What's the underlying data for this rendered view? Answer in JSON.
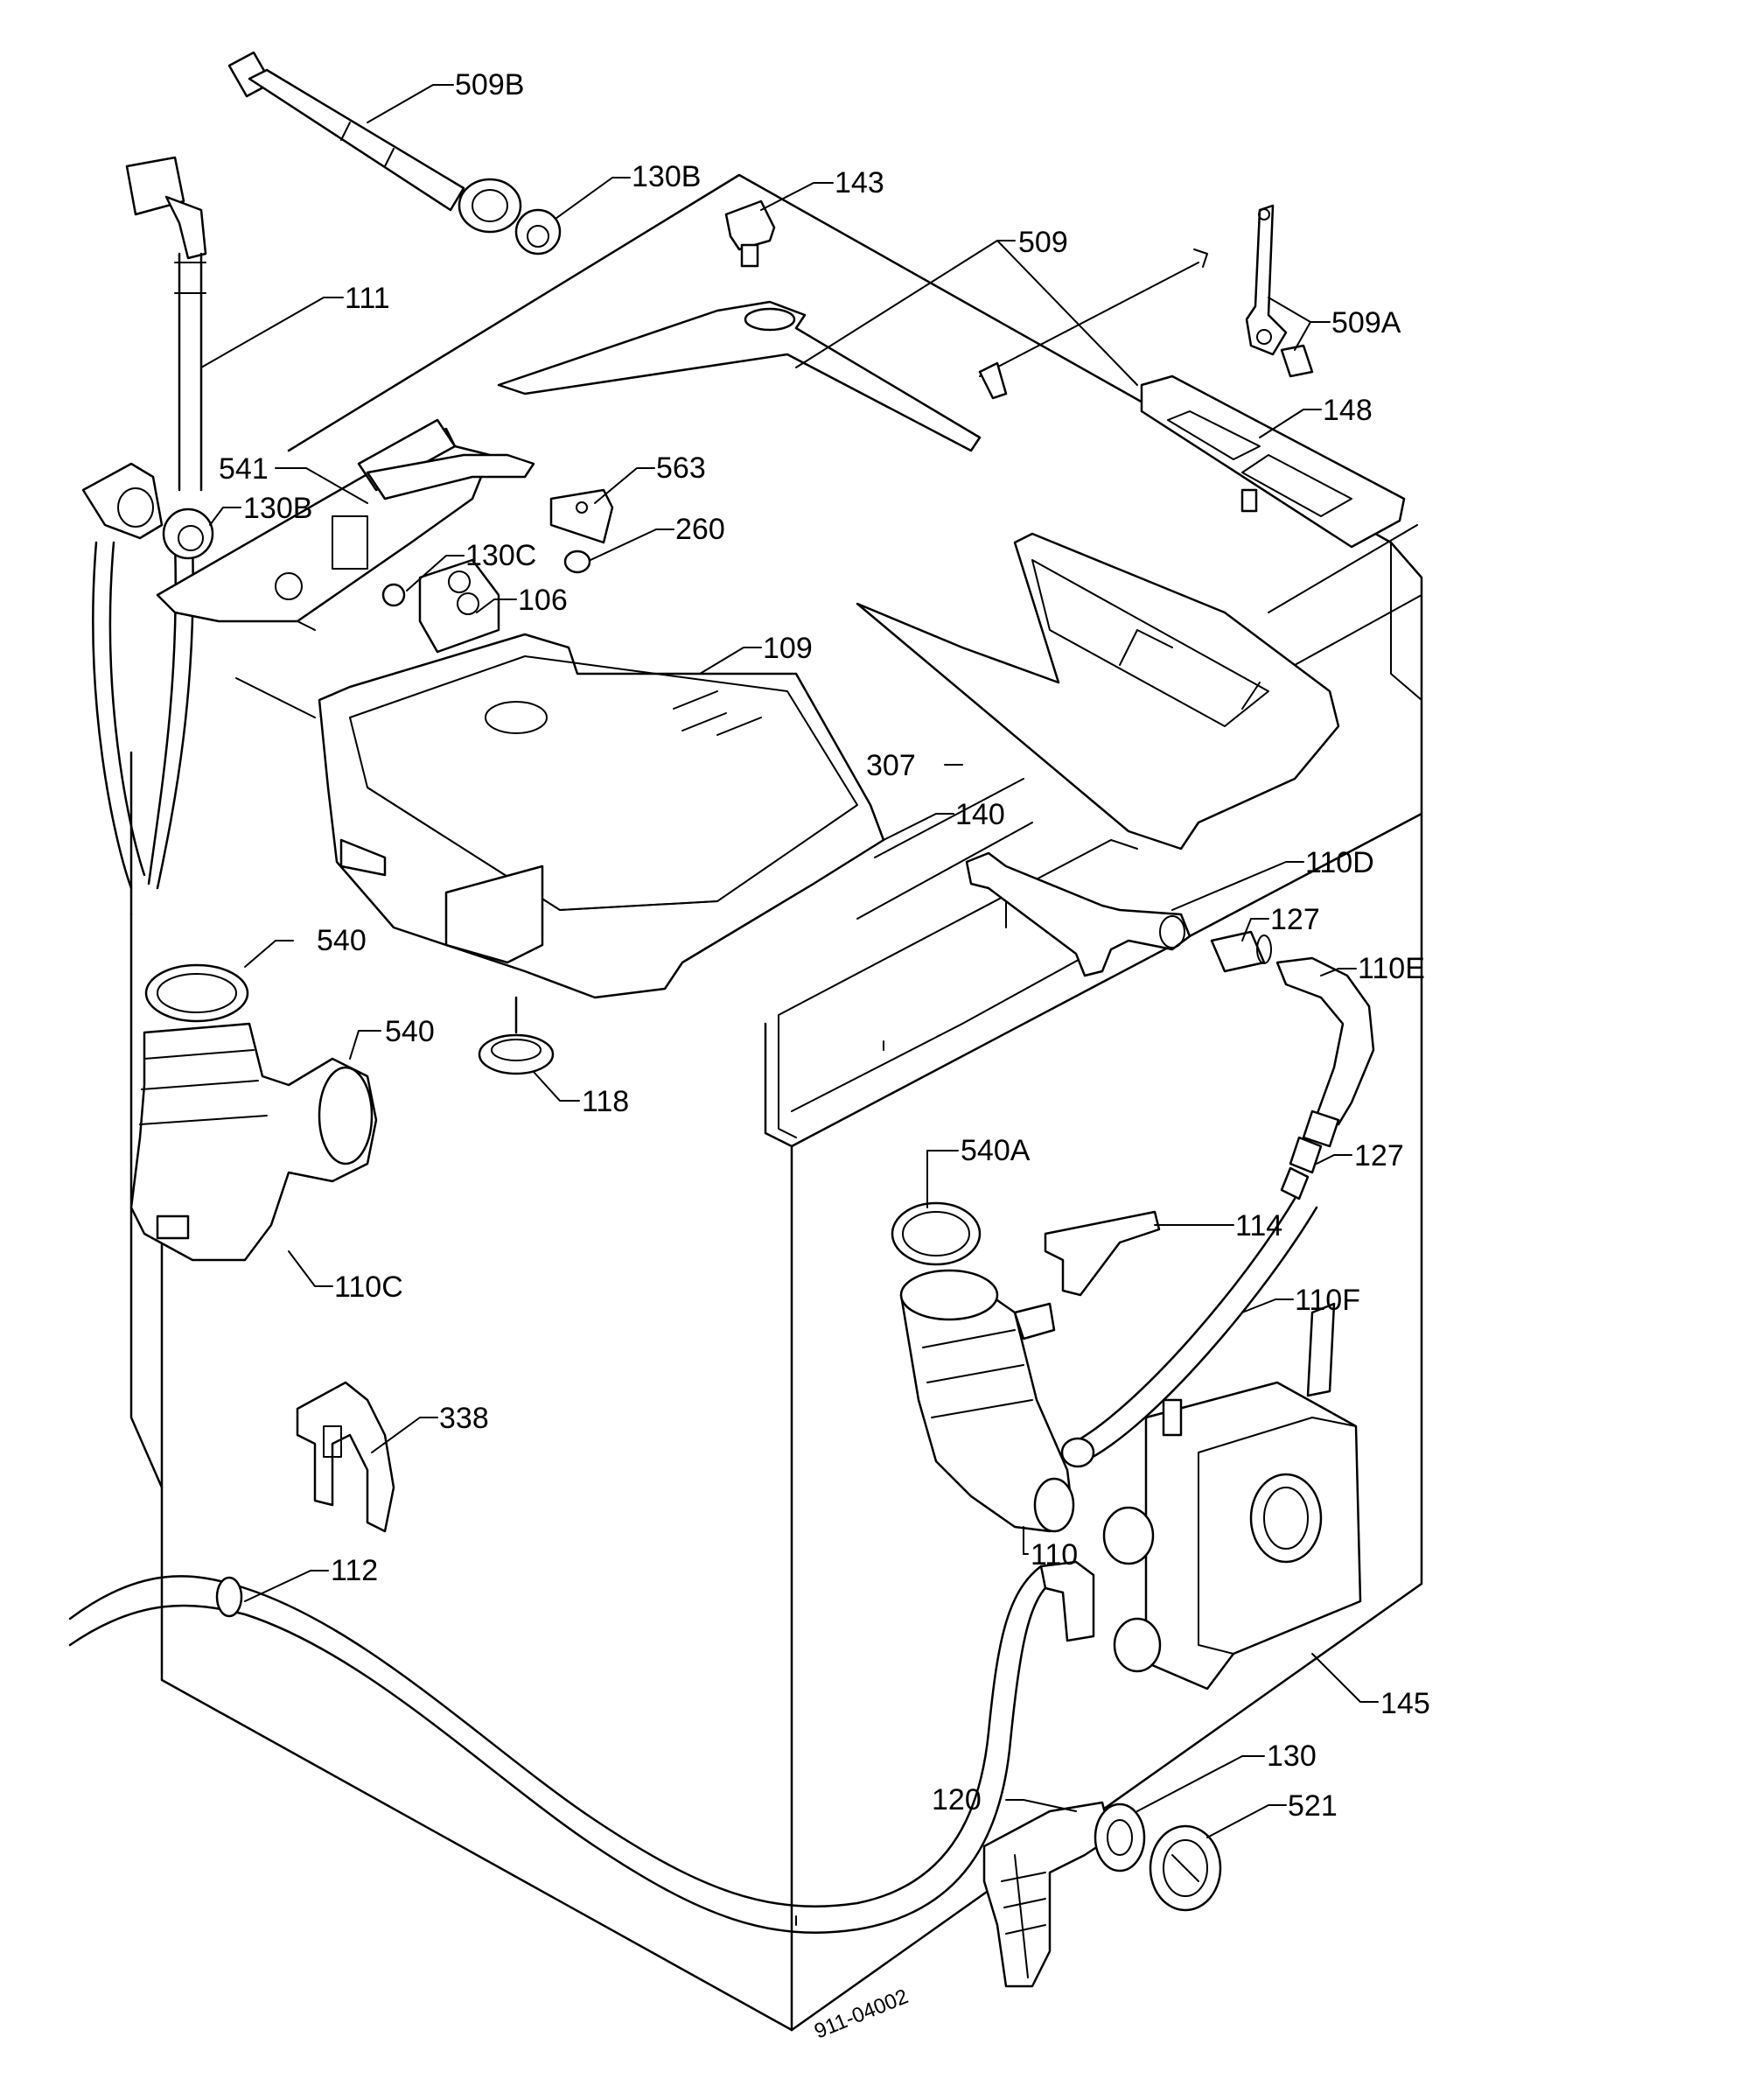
{
  "callouts": [
    {
      "id": "c509b",
      "label": "509B"
    },
    {
      "id": "c130b_top",
      "label": "130B"
    },
    {
      "id": "c143",
      "label": "143"
    },
    {
      "id": "c509",
      "label": "509"
    },
    {
      "id": "c509a",
      "label": "509A"
    },
    {
      "id": "c111",
      "label": "111"
    },
    {
      "id": "c148",
      "label": "148"
    },
    {
      "id": "c541",
      "label": "541"
    },
    {
      "id": "c130b_mid",
      "label": "130B"
    },
    {
      "id": "c563",
      "label": "563"
    },
    {
      "id": "c260",
      "label": "260"
    },
    {
      "id": "c130c",
      "label": "130C"
    },
    {
      "id": "c106",
      "label": "106"
    },
    {
      "id": "c109",
      "label": "109"
    },
    {
      "id": "c307",
      "label": "307"
    },
    {
      "id": "c140",
      "label": "140"
    },
    {
      "id": "c110d",
      "label": "110D"
    },
    {
      "id": "c540_a",
      "label": "540"
    },
    {
      "id": "c127_a",
      "label": "127"
    },
    {
      "id": "c110e",
      "label": "110E"
    },
    {
      "id": "c540_b",
      "label": "540"
    },
    {
      "id": "c118",
      "label": "118"
    },
    {
      "id": "c540a",
      "label": "540A"
    },
    {
      "id": "c127_b",
      "label": "127"
    },
    {
      "id": "c114",
      "label": "114"
    },
    {
      "id": "c110c",
      "label": "110C"
    },
    {
      "id": "c110f",
      "label": "110F"
    },
    {
      "id": "c338",
      "label": "338"
    },
    {
      "id": "c110",
      "label": "110"
    },
    {
      "id": "c112",
      "label": "112"
    },
    {
      "id": "c145",
      "label": "145"
    },
    {
      "id": "c130",
      "label": "130"
    },
    {
      "id": "c120",
      "label": "120"
    },
    {
      "id": "c521",
      "label": "521"
    }
  ],
  "drawing_code": "911-04002"
}
